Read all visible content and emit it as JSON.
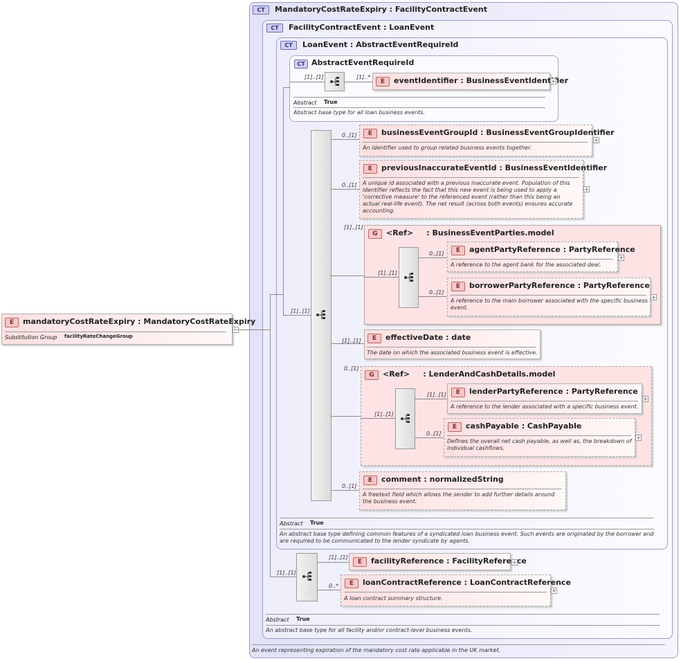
{
  "root": {
    "title": "mandatoryCostRateExpiry : MandatoryCostRateExpiry",
    "subst_label": "Substitution Group",
    "subst_value": "facilityRateChangeGroup",
    "collapse": "−"
  },
  "ct_main": {
    "badge": "CT",
    "title": "MandatoryCostRateExpiry : FacilityContractEvent",
    "desc": "An event representing expiration of the mandatory cost rate applicable in the UK market."
  },
  "ct_facility": {
    "badge": "CT",
    "title": "FacilityContractEvent : LoanEvent",
    "abstract_label": "Abstract",
    "abstract_value": "True",
    "desc": "An abstract base type for all facility and/or contract-level business events."
  },
  "ct_loan": {
    "badge": "CT",
    "title": "LoanEvent : AbstractEventRequireId",
    "abstract_label": "Abstract",
    "abstract_value": "True",
    "desc": "An abstract base type defining common features of a syndicated loan business event. Such events are originated by the borrower and are required to be communicated to the lender syndicate by agents."
  },
  "ct_abstract": {
    "badge": "CT",
    "title": "AbstractEventRequireId",
    "abstract_label": "Abstract",
    "abstract_value": "True",
    "desc": "Abstract base type for all loan business events."
  },
  "cards": {
    "c11a": "[1]..[1]",
    "c1n": "[1]..*",
    "c01a": "0..[1]",
    "c01b": "0..[1]",
    "c11b": "[1]..[1]",
    "c11main": "[1]..[1]",
    "c11c": "[1]..[1]",
    "c01c": "0..[1]",
    "c01d": "0..[1]",
    "c11d": "[1]..[1]",
    "c01e": "0..[1]",
    "c11e": "[1]..[1]",
    "c11f": "[1]..[1]",
    "c01f": "0..[1]",
    "c01g": "0..[1]",
    "c11g": "[1]..[1]",
    "c11h": "[1]..[1]",
    "c0n": "0..*"
  },
  "elements": {
    "eventIdentifier": {
      "badge": "E",
      "title": "eventIdentifier : BusinessEventIdentifier"
    },
    "businessEventGroupId": {
      "badge": "E",
      "title": "businessEventGroupId : BusinessEventGroupIdentifier",
      "desc": "An identifier used to group related business events together."
    },
    "previousInaccurateEventId": {
      "badge": "E",
      "title": "previousInaccurateEventId : BusinessEventIdentifier",
      "desc": "A unique id associated with a previous inaccurate event. Population of this identifier reflects the fact that this new event is being used to apply a 'corrective measure' to the referenced event (rather than this being an actual real-life event). The net result (across both events) ensures accurate accounting."
    },
    "businessEventParties": {
      "badge": "G",
      "title": "<Ref>     : BusinessEventParties.model"
    },
    "agentPartyReference": {
      "badge": "E",
      "title": "agentPartyReference : PartyReference",
      "desc": "A reference to the agent bank for the associated deal."
    },
    "borrowerPartyReference": {
      "badge": "E",
      "title": "borrowerPartyReference : PartyReference",
      "desc": "A reference to the main borrower associated with the specific business event."
    },
    "effectiveDate": {
      "badge": "E",
      "title": "effectiveDate : date",
      "desc": "The date on which the associated business event is effective."
    },
    "lenderAndCashDetails": {
      "badge": "G",
      "title": "<Ref>     : LenderAndCashDetails.model"
    },
    "lenderPartyReference": {
      "badge": "E",
      "title": "lenderPartyReference : PartyReference",
      "desc": "A reference to the lender associated with a specific business event."
    },
    "cashPayable": {
      "badge": "E",
      "title": "cashPayable : CashPayable",
      "desc": "Defines the overall net cash payable, as well as, the breakdown of individual cashflows."
    },
    "comment": {
      "badge": "E",
      "title": "comment : normalizedString",
      "desc": "A freetext field which allows the sender to add further details around the business event."
    },
    "facilityReference": {
      "badge": "E",
      "title": "facilityReference : FacilityReference"
    },
    "loanContractReference": {
      "badge": "E",
      "title": "loanContractReference : LoanContractReference",
      "desc": "A loan contract summary structure."
    }
  },
  "icons": {
    "expand": "plus-box-icon",
    "sequence": "sequence-icon",
    "ct": "complex-type-icon"
  },
  "colors": {
    "complex_type": "#e2e2f8",
    "element": "#fde0e0",
    "border": "#9a9acc"
  }
}
